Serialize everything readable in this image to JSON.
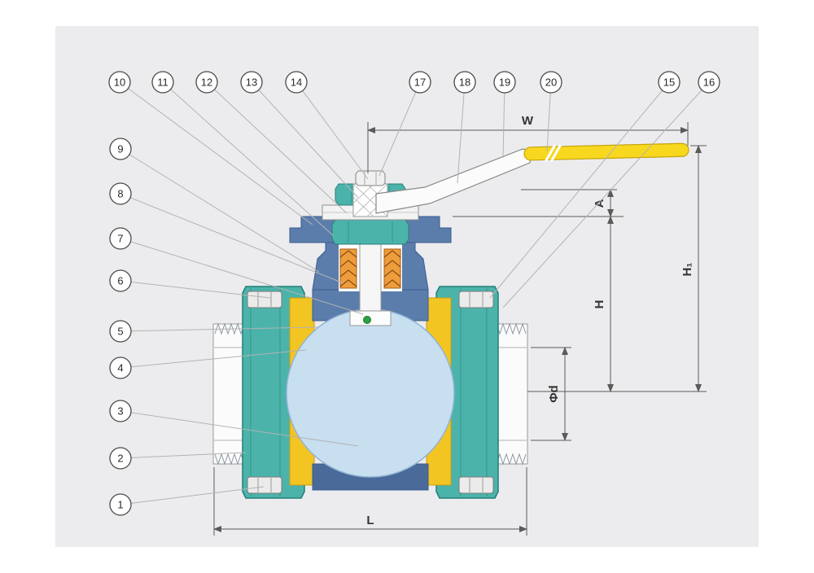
{
  "callouts": {
    "c1": "1",
    "c2": "2",
    "c3": "3",
    "c4": "4",
    "c5": "5",
    "c6": "6",
    "c7": "7",
    "c8": "8",
    "c9": "9",
    "c10": "10",
    "c11": "11",
    "c12": "12",
    "c13": "13",
    "c14": "14",
    "c15": "15",
    "c16": "16",
    "c17": "17",
    "c18": "18",
    "c19": "19",
    "c20": "20"
  },
  "dimensions": {
    "w": "W",
    "a": "A",
    "h": "H",
    "h1": "H₁",
    "phi_d": "Φd",
    "l": "L"
  },
  "colors": {
    "panel": "#ececee",
    "union_nut_teal": "#4cb3ab",
    "body_blue": "#5b7dab",
    "body_blue_dark": "#4a6a9a",
    "seat_yellow": "#f3c523",
    "ball_blue": "#c8dff0",
    "packing_orange": "#ee9d3c",
    "handle_yellow": "#f8d81e",
    "indicator_green": "#2e9e44",
    "dimension_line": "#5a5a5a",
    "leader_line": "#b3b3b3"
  }
}
